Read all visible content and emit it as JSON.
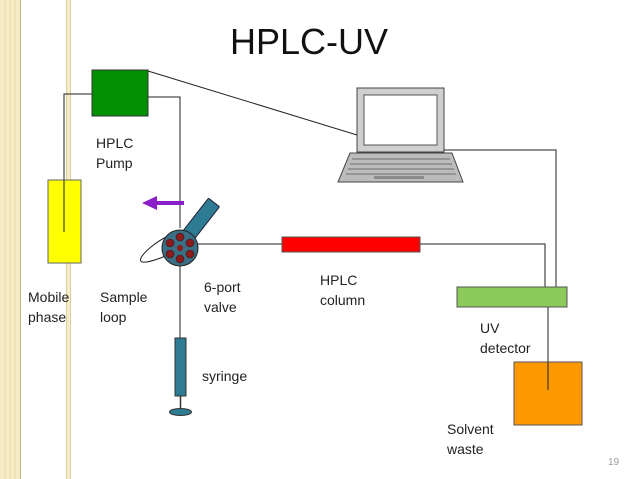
{
  "title": "HPLC-UV",
  "page_number": "19",
  "colors": {
    "background": "#ffffff",
    "left_band": "#f6ecc8",
    "band_lines": "#d9c891",
    "pump": "#009000",
    "mobile_phase": "#ffff00",
    "column": "#ff0000",
    "detector": "#8cca5a",
    "waste": "#ff9900",
    "valve_handle": "#2e7b94",
    "syringe": "#2e7b94",
    "arrow": "#8a1ec8",
    "valve_body": "#3a6f86",
    "valve_ports": "#8b1a1a"
  },
  "labels": {
    "pump": "HPLC\nPump",
    "mobile_phase": "Mobile\nphase",
    "sample_loop": "Sample\nloop",
    "valve": "6-port\nvalve",
    "column": "HPLC\ncolumn",
    "detector": "UV\ndetector",
    "syringe": "syringe",
    "waste": "Solvent\nwaste"
  },
  "icons": {
    "computer": "laptop-icon",
    "direction": "left-arrow-icon"
  }
}
